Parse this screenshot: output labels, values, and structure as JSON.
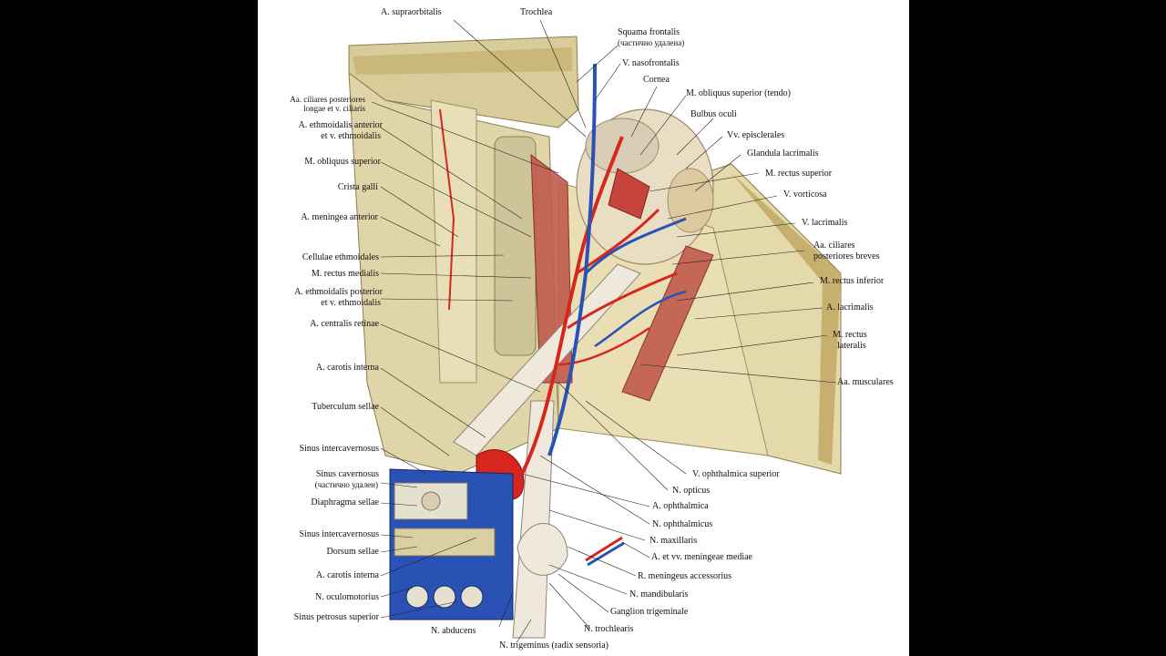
{
  "colors": {
    "background": "#000000",
    "paper": "#ffffff",
    "bone": "#d9cfa0",
    "artery": "#d7261e",
    "vein": "#2a52b4",
    "nerve": "#efe9dc"
  },
  "labels": {
    "a_supraorbitalis": "A. supraorbitalis",
    "trochlea": "Trochlea",
    "squama_frontalis": "Squama frontalis",
    "squama_frontalis_note": "(частично удалена)",
    "v_nasofrontalis": "V. nasofrontalis",
    "cornea": "Cornea",
    "m_obliquus_superior_tendo": "M. obliquus superior (tendo)",
    "bulbus_oculi": "Bulbus oculi",
    "vv_episclerales": "Vv. episclerales",
    "glandula_lacrimalis": "Glandula lacrimalis",
    "m_rectus_superior": "M. rectus superior",
    "v_vorticosa": "V. vorticosa",
    "v_lacrimalis": "V. lacrimalis",
    "aa_ciliares_post_breves_1": "Aa. ciliares",
    "aa_ciliares_post_breves_2": "posteriores breves",
    "m_rectus_inferior": "M. rectus inferior",
    "a_lacrimalis": "A. lacrimalis",
    "m_rectus_lateralis_1": "M. rectus",
    "m_rectus_lateralis_2": "lateralis",
    "aa_musculares": "Aa. musculares",
    "v_ophthalmica_superior": "V. ophthalmica superior",
    "n_opticus": "N. opticus",
    "a_ophthalmica": "A. ophthalmica",
    "n_ophthalmicus": "N. ophthalmicus",
    "n_maxillaris": "N. maxillaris",
    "a_et_vv_meningeae_mediae": "A. et vv. meningeae mediae",
    "r_meningeus_accessorius": "R. meningeus accessorius",
    "n_mandibularis": "N. mandibularis",
    "ganglion_trigeminale": "Ganglion trigeminale",
    "n_trochlearis": "N. trochlearis",
    "n_trigeminus": "N. trigeminus (radix sensoria)",
    "n_abducens": "N. abducens",
    "aa_ciliares_post_longae_1": "Aa. ciliares posteriores",
    "aa_ciliares_post_longae_2": "longae et v. ciliaris",
    "a_ethmoidalis_anterior_1": "A. ethmoidalis anterior",
    "a_ethmoidalis_anterior_2": "et v. ethmoidalis",
    "m_obliquus_superior": "M. obliquus superior",
    "crista_galli": "Crista galli",
    "a_meningea_anterior": "A. meningea anterior",
    "cellulae_ethmoidales": "Cellulae ethmoidales",
    "m_rectus_medialis": "M. rectus medialis",
    "a_ethmoidalis_posterior_1": "A. ethmoidalis posterior",
    "a_ethmoidalis_posterior_2": "et v. ethmoidalis",
    "a_centralis_retinae": "A. centralis retinae",
    "a_carotis_interna": "A. carotis interna",
    "tuberculum_sellae": "Tuberculum sellae",
    "sinus_intercavernosus_1": "Sinus intercavernosus",
    "sinus_cavernosus_1": "Sinus cavernosus",
    "sinus_cavernosus_2": "(частично удален)",
    "diaphragma_sellae": "Diaphragma sellae",
    "sinus_intercavernosus_2": "Sinus intercavernosus",
    "dorsum_sellae": "Dorsum sellae",
    "a_carotis_interna_2": "A. carotis interna",
    "n_oculomotorius": "N. oculomotorius",
    "sinus_petrosus_superior": "Sinus petrosus superior"
  }
}
